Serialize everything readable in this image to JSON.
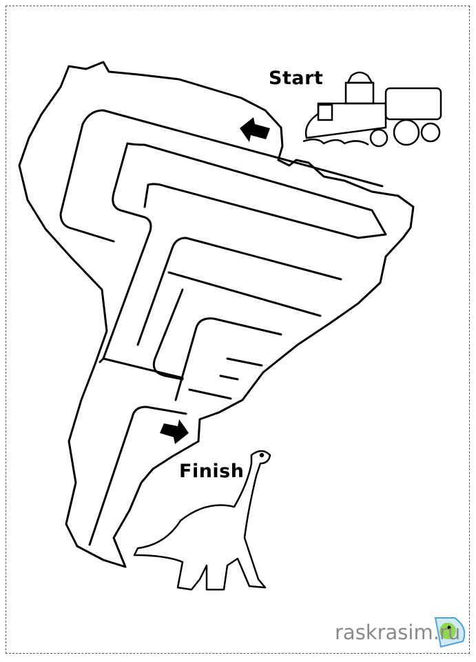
{
  "labels": {
    "start": "Start",
    "finish": "Finish"
  },
  "watermark": "raskrasim.ru",
  "icons": [
    "locomotive-drawing",
    "dinosaur-drawing",
    "arrow-left-icon",
    "arrow-right-icon",
    "dino-logo-icon"
  ]
}
